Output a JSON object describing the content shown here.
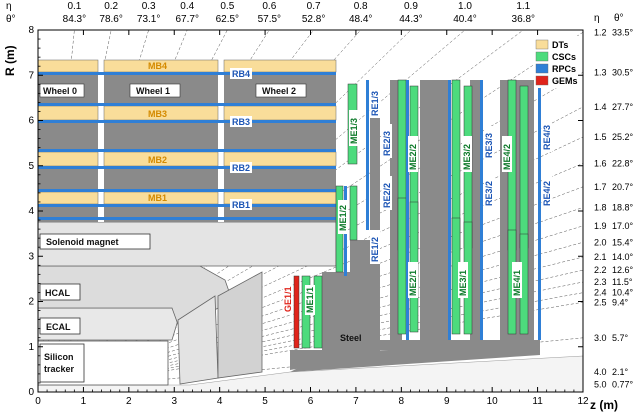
{
  "header": {
    "eta_symbol": "η",
    "theta_symbol": "θ°",
    "eta_values": [
      "0.1",
      "0.2",
      "0.3",
      "0.4",
      "0.5",
      "0.6",
      "0.7",
      "0.8",
      "0.9",
      "1.0",
      "1.1"
    ],
    "theta_values": [
      "84.3°",
      "78.6°",
      "73.1°",
      "67.7°",
      "62.5°",
      "57.5°",
      "52.8°",
      "48.4°",
      "44.3°",
      "40.4°",
      "36.8°"
    ]
  },
  "right_scale": {
    "eta_symbol": "η",
    "theta_symbol": "θ°",
    "rows": [
      {
        "eta": "1.2",
        "theta": "33.5°"
      },
      {
        "eta": "1.3",
        "theta": "30.5°"
      },
      {
        "eta": "1.4",
        "theta": "27.7°"
      },
      {
        "eta": "1.5",
        "theta": "25.2°"
      },
      {
        "eta": "1.6",
        "theta": "22.8°"
      },
      {
        "eta": "1.7",
        "theta": "20.7°"
      },
      {
        "eta": "1.8",
        "theta": "18.8°"
      },
      {
        "eta": "1.9",
        "theta": "17.0°"
      },
      {
        "eta": "2.0",
        "theta": "15.4°"
      },
      {
        "eta": "2.1",
        "theta": "14.0°"
      },
      {
        "eta": "2.2",
        "theta": "12.6°"
      },
      {
        "eta": "2.3",
        "theta": "11.5°"
      },
      {
        "eta": "2.4",
        "theta": "10.4°"
      },
      {
        "eta": "2.5",
        "theta": "9.4°"
      },
      {
        "eta": "3.0",
        "theta": "5.7°"
      },
      {
        "eta": "4.0",
        "theta": "2.1°"
      },
      {
        "eta": "5.0",
        "theta": "0.77°"
      }
    ]
  },
  "axes": {
    "x_label": "z (m)",
    "y_label": "R (m)",
    "x_ticks": [
      "0",
      "1",
      "2",
      "3",
      "4",
      "5",
      "6",
      "7",
      "8",
      "9",
      "10",
      "11",
      "12"
    ],
    "y_ticks": [
      "0",
      "1",
      "2",
      "3",
      "4",
      "5",
      "6",
      "7",
      "8"
    ]
  },
  "legend": {
    "items": [
      {
        "label": "DTs",
        "color": "#f9dd9a"
      },
      {
        "label": "CSCs",
        "color": "#4ddb7d"
      },
      {
        "label": "RPCs",
        "color": "#2f7fd6"
      },
      {
        "label": "GEMs",
        "color": "#e0241b"
      }
    ]
  },
  "labels": {
    "wheel0": "Wheel 0",
    "wheel1": "Wheel 1",
    "wheel2": "Wheel 2",
    "mb1": "MB1",
    "mb2": "MB2",
    "mb3": "MB3",
    "mb4": "MB4",
    "rb1": "RB1",
    "rb2": "RB2",
    "rb3": "RB3",
    "rb4": "RB4",
    "solenoid": "Solenoid magnet",
    "hcal": "HCAL",
    "ecal": "ECAL",
    "silicon1": "Silicon",
    "silicon2": "tracker",
    "steel": "Steel",
    "ge11": "GE1/1",
    "me11": "ME1/1",
    "me12": "ME1/2",
    "me13": "ME1/3",
    "re12": "RE1/2",
    "re13": "RE1/3",
    "me21": "ME2/1",
    "me22": "ME2/2",
    "re22": "RE2/2",
    "re23": "RE2/3",
    "me31": "ME3/1",
    "me32": "ME3/2",
    "re32": "RE3/2",
    "re33": "RE3/3",
    "me41": "ME4/1",
    "me42": "ME4/2",
    "re42": "RE4/2",
    "re43": "RE4/3"
  },
  "colors": {
    "steel": "#8a8a8a",
    "dt": "#f9dd9a",
    "csc": "#4ddb7d",
    "rpc": "#2f7fd6",
    "gem": "#e0241b",
    "solenoid": "#e2e2e2",
    "calo": "#e6e6e6",
    "beamline": "#bdbdbd"
  }
}
